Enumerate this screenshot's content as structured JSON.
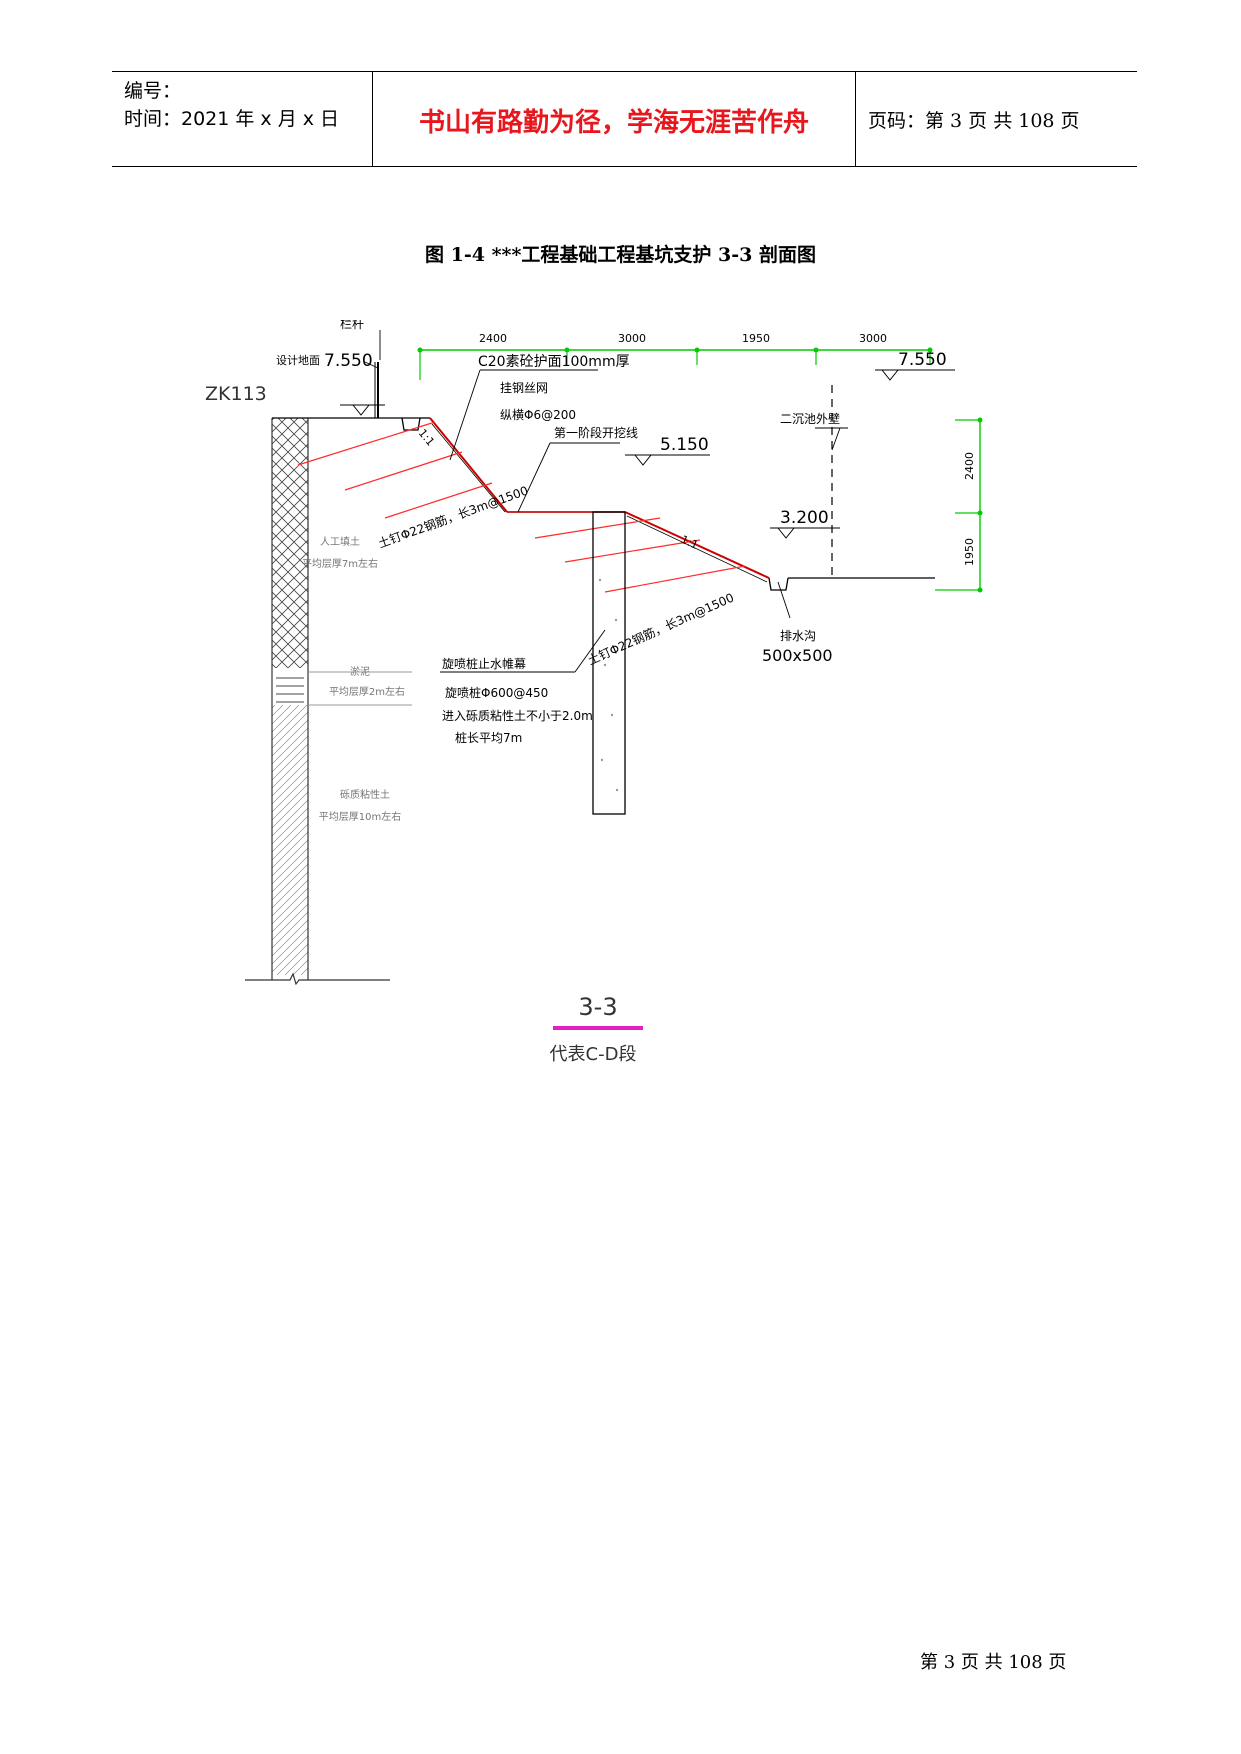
{
  "header": {
    "number_label": "编号：",
    "time_label": "时间：2021 年 x 月 x 日",
    "motto": "书山有路勤为径，学海无涯苦作舟",
    "page_info": "页码：第 3 页  共 108 页"
  },
  "figure": {
    "title": "图 1-4  ***工程基础工程基坑支护 3-3 剖面图",
    "dimensions": [
      "2400",
      "3000",
      "1950",
      "3000"
    ],
    "right_dimensions": [
      "2400",
      "1950"
    ],
    "labels": {
      "railing": "栏杆",
      "design_ground": "设计地面",
      "elev_top_left": "7.550",
      "borehole": "ZK113",
      "surface_protection": "C20素砼护面100mm厚",
      "steel_mesh": "挂钢丝网",
      "mesh_spec": "纵横Φ6@200",
      "slope_upper": "1:1",
      "excavation_line": "第一阶段开挖线",
      "elev_step": "5.150",
      "soil_nail_upper": "土钉Φ22钢筋，长3m@1500",
      "layer1_name": "人工填土",
      "layer1_thk": "平均层厚7m左右",
      "tank_wall": "二沉池外壁",
      "elev_top_right": "7.550",
      "elev_bottom": "3.200",
      "slope_lower": "1:1",
      "drain": "排水沟",
      "drain_size": "500x500",
      "soil_nail_lower": "土钉Φ22钢筋，长3m@1500",
      "layer2_name": "淤泥",
      "layer2_thk": "平均层厚2m左右",
      "jet_curtain": "旋喷桩止水帷幕",
      "jet_spec": "旋喷桩Φ600@450",
      "jet_depth": "进入砾质粘性土不小于2.0m",
      "jet_length": "桩长平均7m",
      "layer3_name": "砾质粘性土",
      "layer3_thk": "平均层厚10m左右",
      "section_mark": "3-3",
      "section_desc": "代表C-D段"
    }
  },
  "footer": {
    "page_text": "第 3 页  共 108 页"
  }
}
